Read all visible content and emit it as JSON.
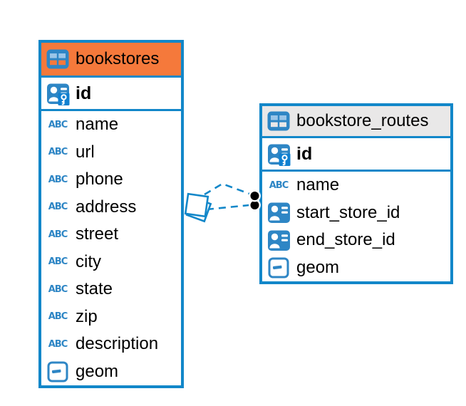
{
  "diagram": {
    "background": "#ffffff",
    "accent_blue": "#1287c9",
    "icon_blue": "#2e86c5",
    "text_color": "#000000"
  },
  "icons": {
    "text_type_label": "ABC"
  },
  "tables": [
    {
      "name": "bookstores",
      "header_color": "#f5793b",
      "icon": "table-icon",
      "columns": [
        {
          "name": "id",
          "icon": "primary-key-icon"
        },
        {
          "name": "name",
          "icon": "text-type-icon"
        },
        {
          "name": "url",
          "icon": "text-type-icon"
        },
        {
          "name": "phone",
          "icon": "text-type-icon"
        },
        {
          "name": "address",
          "icon": "text-type-icon"
        },
        {
          "name": "street",
          "icon": "text-type-icon"
        },
        {
          "name": "city",
          "icon": "text-type-icon"
        },
        {
          "name": "state",
          "icon": "text-type-icon"
        },
        {
          "name": "zip",
          "icon": "text-type-icon"
        },
        {
          "name": "description",
          "icon": "text-type-icon"
        },
        {
          "name": "geom",
          "icon": "geometry-type-icon"
        }
      ]
    },
    {
      "name": "bookstore_routes",
      "header_color": "#e9e8e8",
      "icon": "table-icon",
      "columns": [
        {
          "name": "id",
          "icon": "primary-key-icon"
        },
        {
          "name": "name",
          "icon": "text-type-icon"
        },
        {
          "name": "start_store_id",
          "icon": "reference-column-icon"
        },
        {
          "name": "end_store_id",
          "icon": "reference-column-icon"
        },
        {
          "name": "geom",
          "icon": "geometry-type-icon"
        }
      ]
    }
  ],
  "relationship": {
    "from_table": "bookstores",
    "to_table": "bookstore_routes",
    "style": "dashed",
    "line_count": 2,
    "source_marker": "white-squares",
    "target_marker": "black-dots"
  }
}
